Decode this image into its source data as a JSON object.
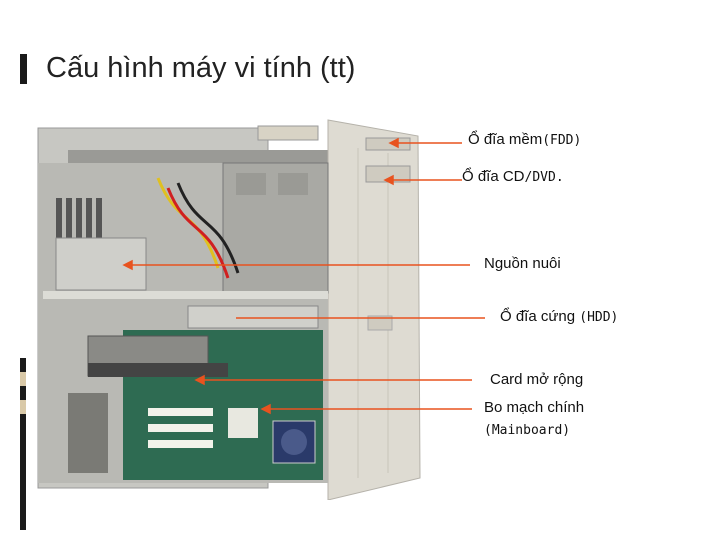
{
  "slide": {
    "title": "Cấu hình máy vi tính (tt)"
  },
  "accent_color": "#e8531f",
  "labels": [
    {
      "main": "Ổ đĩa mềm",
      "sub": "(FDD)"
    },
    {
      "main": "Ổ đĩa CD",
      "sub": "/DVD."
    },
    {
      "main": "Nguồn nuôi",
      "sub": ""
    },
    {
      "main": "Ổ đĩa cứng ",
      "sub": "(HDD)"
    },
    {
      "main": "Card mở rộng",
      "sub": ""
    },
    {
      "main": "Bo mạch chính",
      "sub": "(Mainboard)"
    }
  ]
}
